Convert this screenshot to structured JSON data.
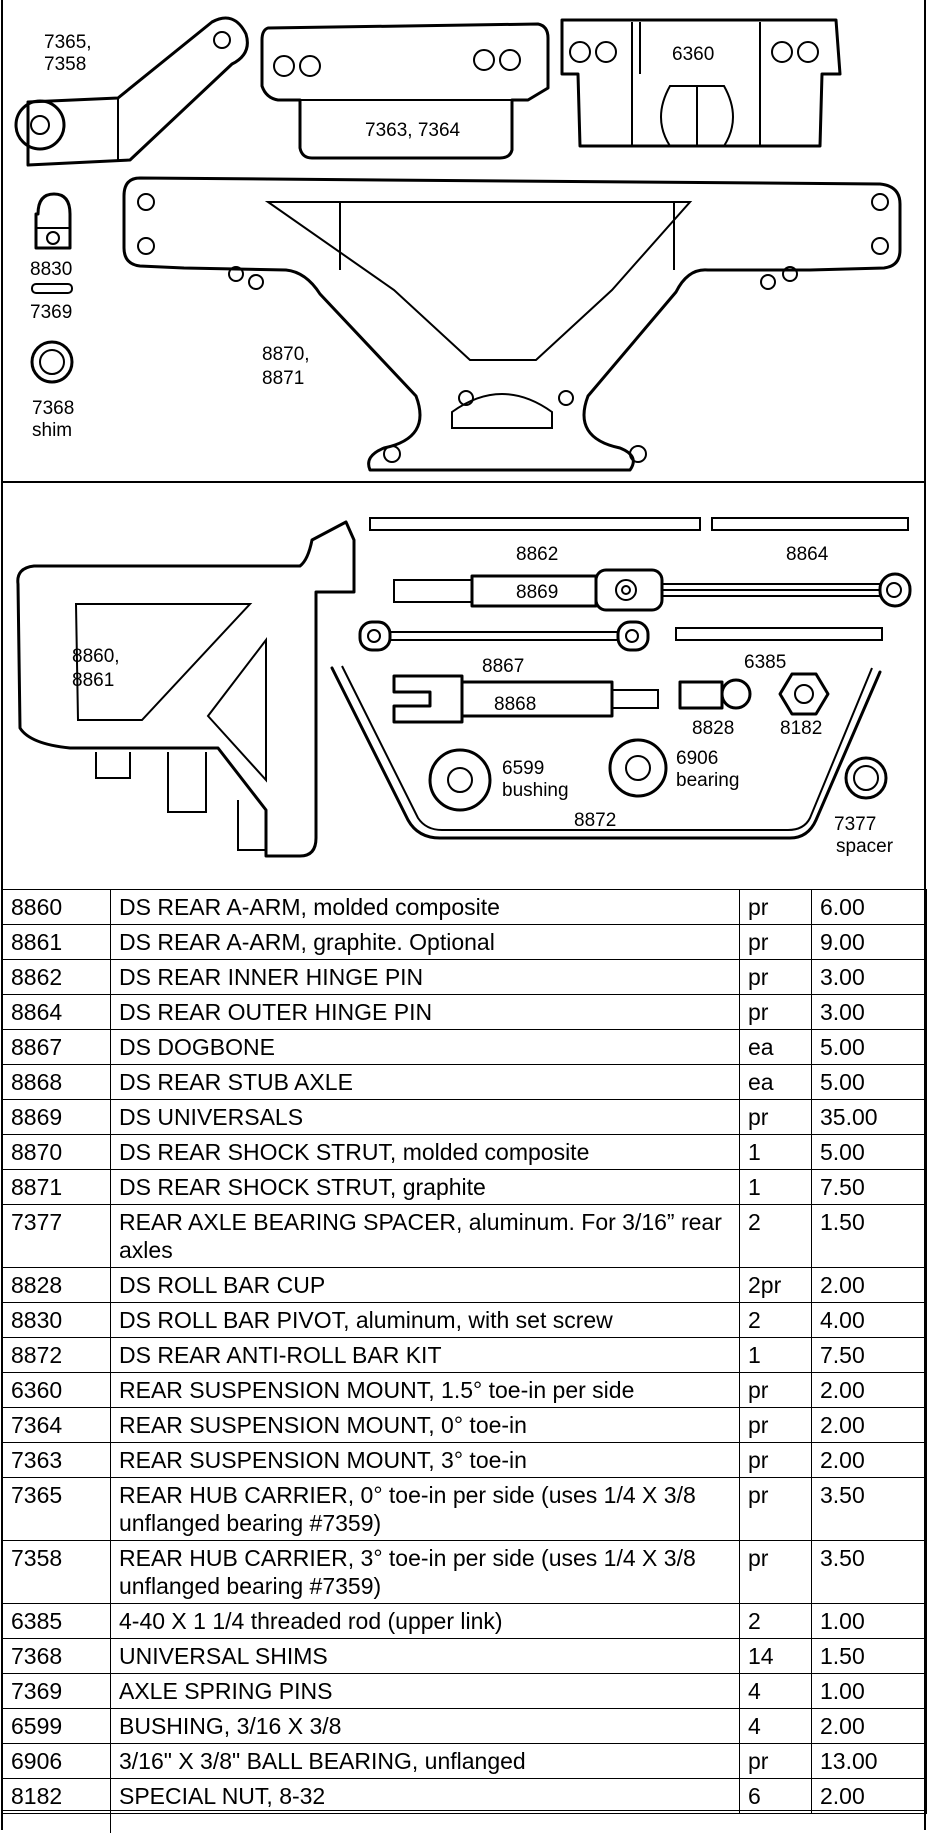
{
  "figure": {
    "labels": {
      "hub_carrier": [
        "7365,",
        "7358"
      ],
      "susp_mount_0_3": "7363, 7364",
      "susp_mount_toe": "6360",
      "roll_bar_pivot": "8830",
      "spring_pin": "7369",
      "shim": [
        "7368",
        "shim"
      ],
      "shock_strut": [
        "8870,",
        "8871"
      ],
      "a_arm": [
        "8860,",
        "8861"
      ],
      "inner_pin": "8862",
      "outer_pin": "8864",
      "universal": "8869",
      "dogbone": "8867",
      "threaded_rod": "6385",
      "stub_axle": "8868",
      "roll_bar_cup": "8828",
      "nut": "8182",
      "bushing": [
        "6599",
        "bushing"
      ],
      "bearing": [
        "6906",
        "bearing"
      ],
      "anti_roll_bar": "8872",
      "spacer": [
        "7377",
        "spacer"
      ]
    }
  },
  "parts_table": {
    "rows": [
      {
        "part": "8860",
        "description": "DS REAR A-ARM, molded composite",
        "unit": "pr",
        "price": "6.00"
      },
      {
        "part": "8861",
        "description": "DS REAR A-ARM, graphite. Optional",
        "unit": "pr",
        "price": "9.00"
      },
      {
        "part": "8862",
        "description": "DS REAR INNER HINGE PIN",
        "unit": "pr",
        "price": "3.00"
      },
      {
        "part": "8864",
        "description": "DS REAR OUTER HINGE PIN",
        "unit": "pr",
        "price": "3.00"
      },
      {
        "part": "8867",
        "description": "DS DOGBONE",
        "unit": "ea",
        "price": "5.00"
      },
      {
        "part": "8868",
        "description": "DS REAR STUB AXLE",
        "unit": "ea",
        "price": "5.00"
      },
      {
        "part": "8869",
        "description": "DS UNIVERSALS",
        "unit": "pr",
        "price": "35.00"
      },
      {
        "part": "8870",
        "description": "DS REAR SHOCK STRUT,  molded composite",
        "unit": "1",
        "price": "5.00"
      },
      {
        "part": "8871",
        "description": "DS REAR SHOCK STRUT, graphite",
        "unit": "1",
        "price": "7.50"
      },
      {
        "part": "7377",
        "description": "REAR AXLE BEARING SPACER, aluminum. For 3/16” rear axles",
        "unit": "2",
        "price": "1.50"
      },
      {
        "part": "8828",
        "description": "DS ROLL BAR CUP",
        "unit": "2pr",
        "price": "2.00"
      },
      {
        "part": "8830",
        "description": "DS ROLL BAR PIVOT, aluminum, with set screw",
        "unit": "2",
        "price": "4.00"
      },
      {
        "part": "8872",
        "description": "DS REAR ANTI-ROLL BAR KIT",
        "unit": "1",
        "price": "7.50"
      },
      {
        "part": "6360",
        "description": "REAR SUSPENSION MOUNT, 1.5° toe-in per side",
        "unit": "pr",
        "price": "2.00"
      },
      {
        "part": "7364",
        "description": "REAR SUSPENSION MOUNT, 0° toe-in",
        "unit": "pr",
        "price": "2.00"
      },
      {
        "part": "7363",
        "description": "REAR SUSPENSION MOUNT, 3° toe-in",
        "unit": "pr",
        "price": "2.00"
      },
      {
        "part": "7365",
        "description": "REAR HUB CARRIER, 0° toe-in per side (uses 1/4 X 3/8  unflanged bearing #7359)",
        "unit": "pr",
        "price": "3.50"
      },
      {
        "part": "7358",
        "description": "REAR HUB CARRIER, 3°  toe-in per side (uses 1/4 X 3/8  unflanged bearing #7359)",
        "unit": "pr",
        "price": "3.50"
      },
      {
        "part": "6385",
        "description": "4-40 X 1 1/4  threaded rod (upper link)",
        "unit": "2",
        "price": "1.00"
      },
      {
        "part": "7368",
        "description": "UNIVERSAL SHIMS",
        "unit": "14",
        "price": "1.50"
      },
      {
        "part": "7369",
        "description": "AXLE SPRING PINS",
        "unit": "4",
        "price": "1.00"
      },
      {
        "part": "6599",
        "description": "BUSHING, 3/16 X 3/8",
        "unit": "4",
        "price": "2.00"
      },
      {
        "part": "6906",
        "description": "3/16\" X 3/8\" BALL BEARING, unflanged",
        "unit": "pr",
        "price": "13.00"
      },
      {
        "part": "8182",
        "description": "SPECIAL NUT, 8-32",
        "unit": "6",
        "price": "2.00"
      }
    ]
  }
}
